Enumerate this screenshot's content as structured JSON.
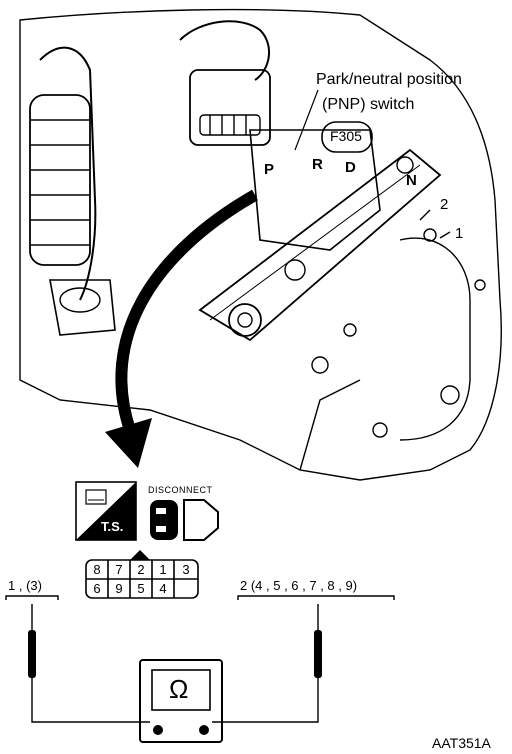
{
  "callouts": {
    "pnp_line1": "Park/neutral position",
    "pnp_line2": "(PNP) switch",
    "connector_code": "F305",
    "num_1": "1",
    "num_2": "2"
  },
  "shift_positions": {
    "p": "P",
    "r": "R",
    "n": "N",
    "d": "D"
  },
  "service_icons": {
    "ts_label": "T.S.",
    "disconnect_label": "DISCONNECT"
  },
  "connector_pins": {
    "top_row": [
      "8",
      "7",
      "2",
      "1",
      "3"
    ],
    "bottom_row": [
      "6",
      "9",
      "5",
      "4"
    ]
  },
  "probe_terminals": {
    "left": "1 , (3)",
    "right": "2 (4 , 5 , 6 , 7 , 8 , 9)"
  },
  "meter": {
    "symbol": "Ω"
  },
  "figure_code": "AAT351A",
  "colors": {
    "ink": "#000000",
    "paper": "#ffffff"
  }
}
